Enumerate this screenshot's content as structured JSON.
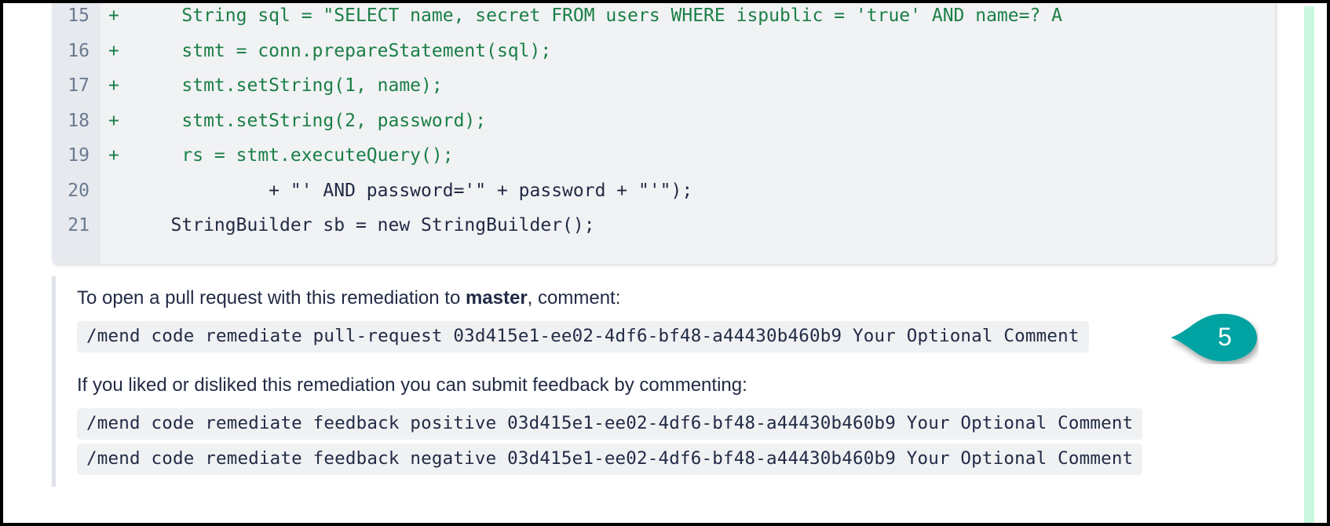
{
  "diff": {
    "rows": [
      {
        "lineno": "15",
        "marker": "+",
        "type": "add",
        "code": "    String sql = \"SELECT name, secret FROM users WHERE ispublic = 'true' AND name=? A"
      },
      {
        "lineno": "16",
        "marker": "+",
        "type": "add",
        "code": "    stmt = conn.prepareStatement(sql);"
      },
      {
        "lineno": "17",
        "marker": "+",
        "type": "add",
        "code": "    stmt.setString(1, name);"
      },
      {
        "lineno": "18",
        "marker": "+",
        "type": "add",
        "code": "    stmt.setString(2, password);"
      },
      {
        "lineno": "19",
        "marker": "+",
        "type": "add",
        "code": "    rs = stmt.executeQuery();"
      },
      {
        "lineno": "20",
        "marker": "",
        "type": "ctx",
        "code": "            + \"' AND password='\" + password + \"'\");"
      },
      {
        "lineno": "21",
        "marker": "",
        "type": "ctx",
        "code": "   StringBuilder sb = new StringBuilder();"
      }
    ]
  },
  "remediation": {
    "pull_request_intro_before": "To open a pull request with this remediation to ",
    "pull_request_intro_branch": "master",
    "pull_request_intro_after": ", comment:",
    "pull_request_command": "/mend code remediate pull-request 03d415e1-ee02-4df6-bf48-a44430b460b9 Your Optional Comment",
    "feedback_intro": "If you liked or disliked this remediation you can submit feedback by commenting:",
    "feedback_positive_command": "/mend code remediate feedback positive 03d415e1-ee02-4df6-bf48-a44430b460b9 Your Optional Comment",
    "feedback_negative_command": "/mend code remediate feedback negative 03d415e1-ee02-4df6-bf48-a44430b460b9 Your Optional Comment"
  },
  "callout": {
    "step_number": "5",
    "color": "#00a2a2"
  },
  "colors": {
    "addition_text": "#1a7f46",
    "context_text": "#222b45",
    "code_block_bg": "#f1f2f4",
    "gutter_bg": "#e6e9ed",
    "lineno_text": "#6b7a90",
    "code_pill_bg": "#eff1f3",
    "scrollbar_thumb": "#c9f7de",
    "frame_border": "#000000"
  }
}
